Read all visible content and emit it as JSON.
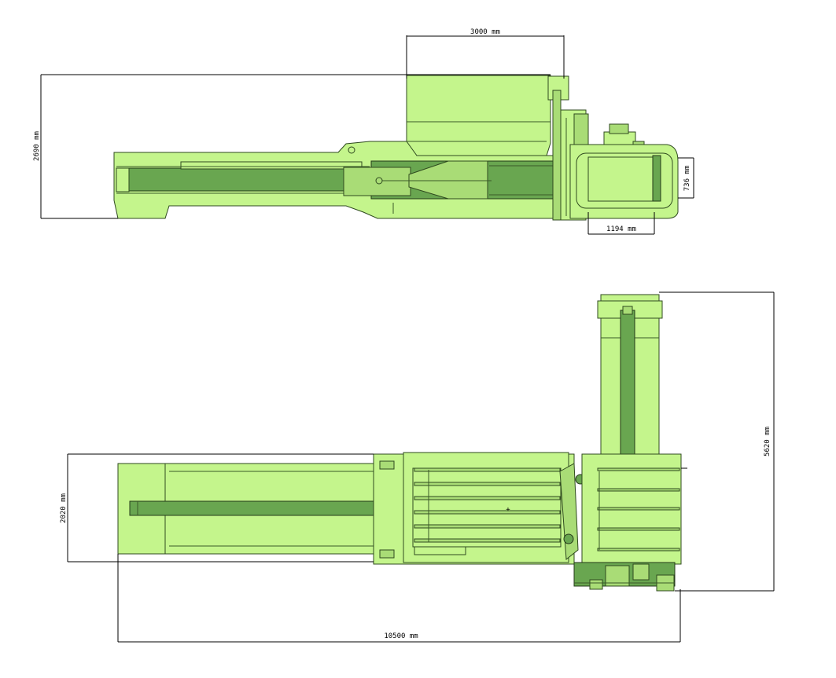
{
  "dimensions": {
    "hopper_width": "3000 mm",
    "side_height": "2690 mm",
    "bale_height": "736 mm",
    "bale_width": "1194 mm",
    "top_width": "2020 mm",
    "overall_depth": "5620 mm",
    "overall_length": "10500 mm"
  },
  "colors": {
    "light_green": "#c4f58c",
    "mid_green": "#a9dc76",
    "dark_green": "#69a650",
    "outline": "#2f4a1f"
  }
}
